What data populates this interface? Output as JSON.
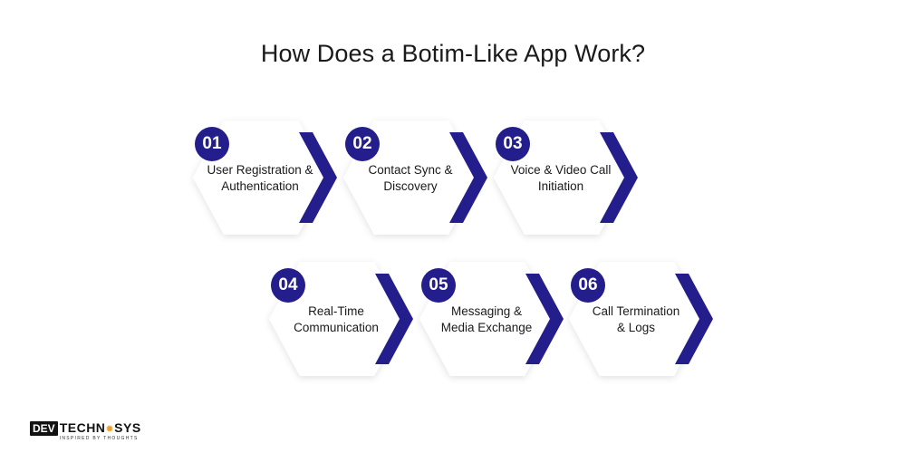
{
  "title": "How Does a Botim-Like App Work?",
  "colors": {
    "accent": "#231e8c",
    "hexagon_fill": "#ffffff",
    "text": "#1a1a1a"
  },
  "steps": [
    {
      "number": "01",
      "line1": "User Registration &",
      "line2": "Authentication"
    },
    {
      "number": "02",
      "line1": "Contact Sync &",
      "line2": "Discovery"
    },
    {
      "number": "03",
      "line1": "Voice & Video Call",
      "line2": "Initiation"
    },
    {
      "number": "04",
      "line1": "Real-Time",
      "line2": "Communication"
    },
    {
      "number": "05",
      "line1": "Messaging &",
      "line2": "Media Exchange"
    },
    {
      "number": "06",
      "line1": "Call Termination",
      "line2": "& Logs"
    }
  ],
  "logo": {
    "dev": "DEV",
    "brand_left": "TECHN",
    "brand_gear": "✹",
    "brand_right": "SYS",
    "tagline": "INSPIRED BY THOUGHTS"
  }
}
